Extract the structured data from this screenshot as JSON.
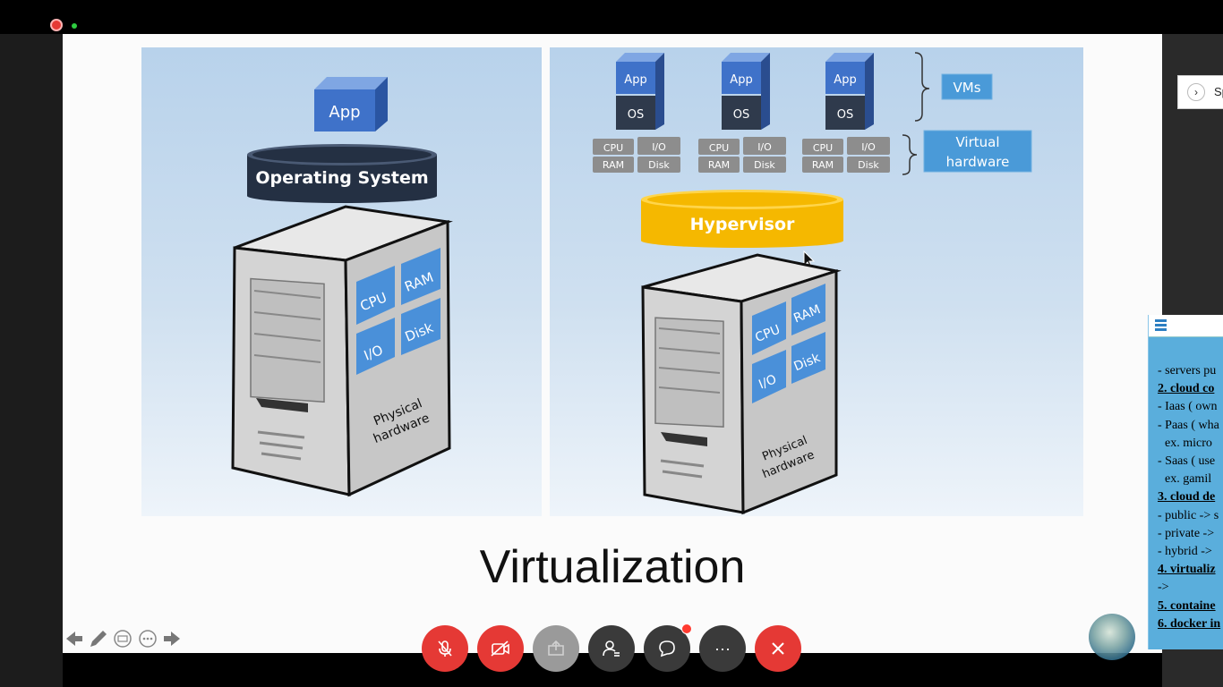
{
  "slide": {
    "left_panel": {
      "app_label": "App",
      "os_label": "Operating System",
      "hw_labels": [
        "CPU",
        "RAM",
        "I/O",
        "Disk"
      ],
      "physical_label_1": "Physical",
      "physical_label_2": "hardware"
    },
    "right_panel": {
      "vms": [
        {
          "app": "App",
          "os": "OS"
        },
        {
          "app": "App",
          "os": "OS"
        },
        {
          "app": "App",
          "os": "OS"
        }
      ],
      "vhw": [
        [
          "CPU",
          "I/O",
          "RAM",
          "Disk"
        ],
        [
          "CPU",
          "I/O",
          "RAM",
          "Disk"
        ],
        [
          "CPU",
          "I/O",
          "RAM",
          "Disk"
        ]
      ],
      "vms_tag": "VMs",
      "vhw_tag_1": "Virtual",
      "vhw_tag_2": "hardware",
      "hypervisor_label": "Hypervisor",
      "hw_labels": [
        "CPU",
        "RAM",
        "I/O",
        "Disk"
      ],
      "physical_label_1": "Physical",
      "physical_label_2": "hardware"
    },
    "title": "Virtualization",
    "nav_icons": [
      "arrow-left-icon",
      "pen-icon",
      "subtitles-icon",
      "more-icon",
      "arrow-right-icon"
    ]
  },
  "controls": [
    {
      "name": "mute-button",
      "icon": "mic-off-icon",
      "color": "#e53935"
    },
    {
      "name": "camera-button",
      "icon": "camera-off-icon",
      "color": "#e53935"
    },
    {
      "name": "share-button",
      "icon": "share-screen-icon",
      "color": "#9a9a9a"
    },
    {
      "name": "participants-button",
      "icon": "participants-icon",
      "color": "#3a3a3a"
    },
    {
      "name": "chat-button",
      "icon": "chat-icon",
      "color": "#3a3a3a"
    },
    {
      "name": "more-button",
      "icon": "more-icon",
      "color": "#3a3a3a",
      "label": "···"
    },
    {
      "name": "leave-button",
      "icon": "close-icon",
      "color": "#e53935"
    }
  ],
  "speaker_panel": {
    "label": "Sp"
  },
  "notes": {
    "lines": [
      {
        "text": "- servers pu",
        "style": "normal"
      },
      {
        "text": "2. cloud co",
        "style": "heading"
      },
      {
        "text": "- Iaas ( own",
        "style": "normal"
      },
      {
        "text": "- Paas ( wha",
        "style": "normal"
      },
      {
        "text": "ex.   micro",
        "style": "indent"
      },
      {
        "text": "- Saas ( use",
        "style": "normal"
      },
      {
        "text": "ex.   gamil",
        "style": "indent"
      },
      {
        "text": "3. cloud de",
        "style": "heading"
      },
      {
        "text": "- public -> s",
        "style": "normal"
      },
      {
        "text": "- private ->",
        "style": "normal"
      },
      {
        "text": "- hybrid ->",
        "style": "normal"
      },
      {
        "text": "4. virtualiz",
        "style": "heading"
      },
      {
        "text": "->",
        "style": "normal"
      },
      {
        "text": "5. containe",
        "style": "heading"
      },
      {
        "text": "6. docker in",
        "style": "heading"
      }
    ]
  },
  "colors": {
    "cube_blue": "#3f72c9",
    "cube_dark": "#2f3a4c",
    "os_disk": "#243043",
    "hypervisor": "#f5b800",
    "hw_tile": "#4a90d9",
    "tag_blue": "#4a9ad8",
    "red": "#e53935"
  }
}
